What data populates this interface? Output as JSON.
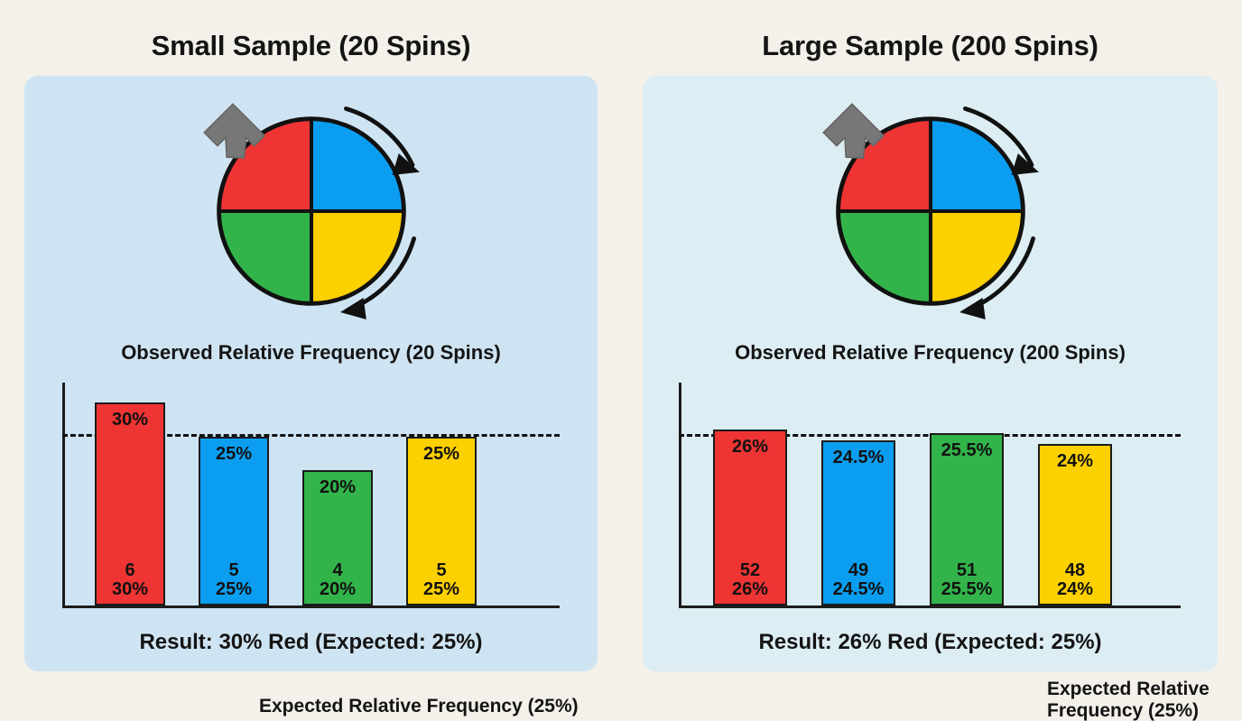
{
  "background_color": "#f4f1ea",
  "palette": {
    "red": "#ef3434",
    "blue": "#0b9ef0",
    "green": "#32b44a",
    "yellow": "#fdd000",
    "outline": "#1b1b1b",
    "pointer_gray": "#777777",
    "panel_left_bg": "#cfe4f2",
    "panel_right_bg": "#dcedf3"
  },
  "panels": [
    {
      "title": "Small Sample (20 Spins)",
      "spinner": {
        "name": "four-color-spinner",
        "segments": [
          {
            "label": "Red",
            "color": "#ef3434",
            "position": "top-left"
          },
          {
            "label": "Blue",
            "color": "#0b9ef0",
            "position": "top-right"
          },
          {
            "label": "Green",
            "color": "#32b44a",
            "position": "bottom-left"
          },
          {
            "label": "Yellow",
            "color": "#fdd000",
            "position": "bottom-right"
          }
        ]
      },
      "chart_heading": "Observed Relative Frequency (20 Spins)",
      "expected_label": "Expected Relative Frequency (25%)",
      "result": "Result: 30% Red (Expected: 25%)"
    },
    {
      "title": "Large Sample (200 Spins)",
      "spinner": {
        "name": "four-color-spinner",
        "segments": [
          {
            "label": "Red",
            "color": "#ef3434",
            "position": "top-left"
          },
          {
            "label": "Blue",
            "color": "#0b9ef0",
            "position": "top-right"
          },
          {
            "label": "Green",
            "color": "#32b44a",
            "position": "bottom-left"
          },
          {
            "label": "Yellow",
            "color": "#fdd000",
            "position": "bottom-right"
          }
        ]
      },
      "chart_heading": "Observed Relative Frequency (200 Spins)",
      "expected_label": "Expected Relative\nFrequency (25%)",
      "expected_label_line1": "Expected Relative",
      "expected_label_line2": "Frequency (25%)",
      "result": "Result: 26% Red (Expected: 25%)"
    }
  ],
  "chart_data": [
    {
      "type": "bar",
      "title": "Observed Relative Frequency (20 Spins)",
      "categories": [
        "Red",
        "Blue",
        "Green",
        "Yellow"
      ],
      "values": [
        30,
        25,
        20,
        25
      ],
      "counts": [
        6,
        5,
        4,
        5
      ],
      "value_labels": [
        "30%",
        "25%",
        "20%",
        "25%"
      ],
      "count_labels": [
        "6",
        "5",
        "4",
        "5"
      ],
      "colors": [
        "#ef3434",
        "#0b9ef0",
        "#32b44a",
        "#fdd000"
      ],
      "xlabel": "",
      "ylabel": "",
      "ylim": [
        0,
        33
      ],
      "grid": false,
      "total_spins": 20,
      "annotations": [
        {
          "type": "hline",
          "value": 25,
          "style": "dashed",
          "label": "Expected Relative Frequency (25%)"
        }
      ]
    },
    {
      "type": "bar",
      "title": "Observed Relative Frequency (200 Spins)",
      "categories": [
        "Red",
        "Blue",
        "Green",
        "Yellow"
      ],
      "values": [
        26,
        24.5,
        25.5,
        24
      ],
      "counts": [
        52,
        49,
        51,
        48
      ],
      "value_labels": [
        "26%",
        "24.5%",
        "25.5%",
        "24%"
      ],
      "count_labels": [
        "52",
        "49",
        "51",
        "48"
      ],
      "colors": [
        "#ef3434",
        "#0b9ef0",
        "#32b44a",
        "#fdd000"
      ],
      "xlabel": "",
      "ylabel": "",
      "ylim": [
        0,
        33
      ],
      "grid": false,
      "total_spins": 200,
      "annotations": [
        {
          "type": "hline",
          "value": 25,
          "style": "dashed",
          "label": "Expected Relative Frequency (25%)"
        }
      ]
    }
  ]
}
